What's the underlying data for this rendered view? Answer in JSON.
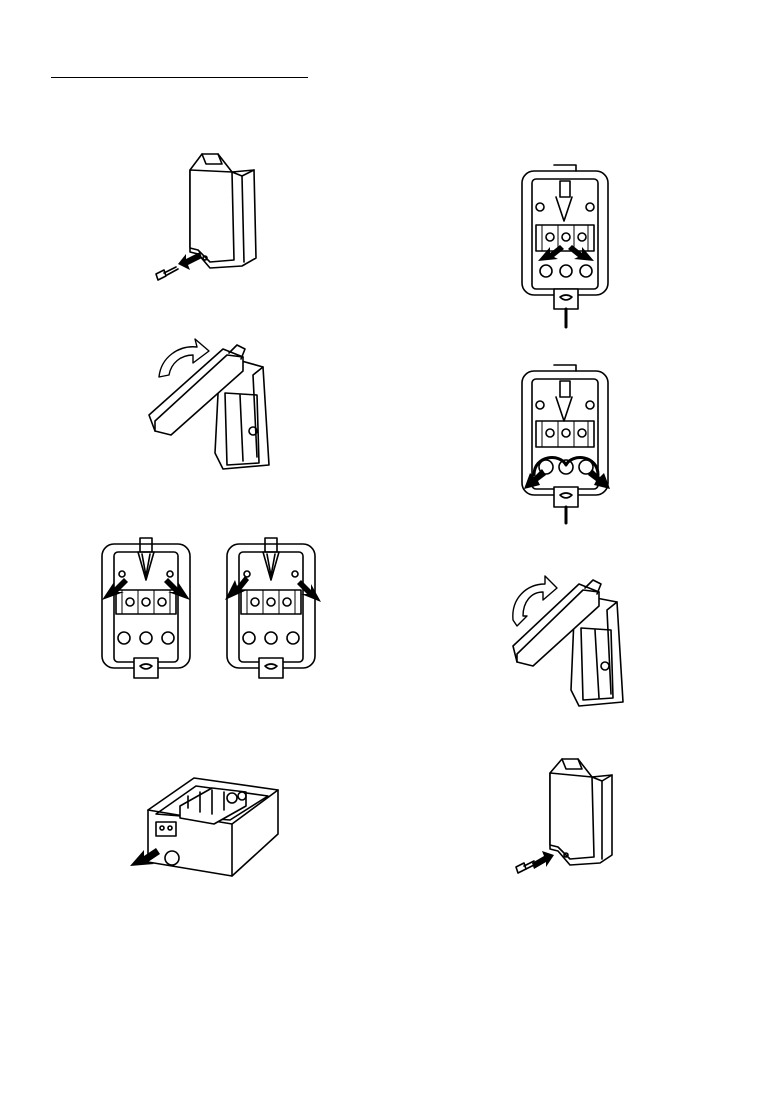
{
  "page": {
    "title_rule": "",
    "figures": [
      {
        "id": "step-1",
        "icon": "remove-screw-illustration"
      },
      {
        "id": "step-2",
        "icon": "open-cover-illustration"
      },
      {
        "id": "step-3a",
        "icon": "terminal-block-left-arrows-illustration"
      },
      {
        "id": "step-3b",
        "icon": "terminal-block-right-arrows-illustration"
      },
      {
        "id": "step-4",
        "icon": "cable-insert-illustration"
      },
      {
        "id": "step-5",
        "icon": "terminal-wiring-illustration"
      },
      {
        "id": "step-6",
        "icon": "cable-routing-illustration"
      },
      {
        "id": "step-7",
        "icon": "close-cover-illustration"
      },
      {
        "id": "step-8",
        "icon": "insert-screw-illustration"
      }
    ]
  }
}
